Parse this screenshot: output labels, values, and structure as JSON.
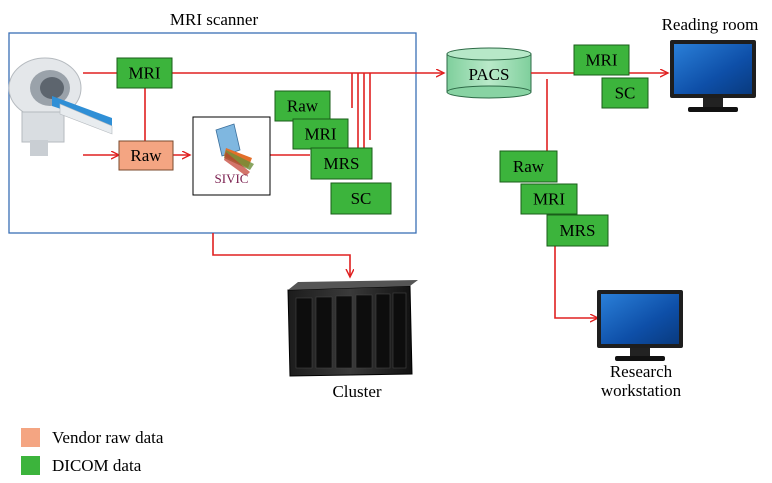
{
  "colors": {
    "dicom": "#3cb43c",
    "vendor_raw": "#f4a582",
    "wire": "#e02020",
    "scanner_frame": "#3a6fb5",
    "pacs": "#9fd9b4"
  },
  "scanner_title": "MRI scanner",
  "reading_room_label": "Reading room",
  "pacs_label": "PACS",
  "cluster_label": "Cluster",
  "research_label_line1": "Research",
  "research_label_line2": "workstation",
  "sivic_label": "SIVIC",
  "scanner_boxes": {
    "mri": "MRI",
    "raw": "Raw"
  },
  "sivic_outputs": [
    "Raw",
    "MRI",
    "MRS",
    "SC"
  ],
  "reading_room_boxes": [
    "MRI",
    "SC"
  ],
  "research_boxes": [
    "Raw",
    "MRI",
    "MRS"
  ],
  "legend": [
    {
      "label": "Vendor raw data",
      "color": "#f4a582"
    },
    {
      "label": "DICOM data",
      "color": "#3cb43c"
    }
  ],
  "icons": [
    "mri-machine-icon",
    "sivic-logo-icon",
    "server-cluster-icon",
    "monitor-icon"
  ]
}
